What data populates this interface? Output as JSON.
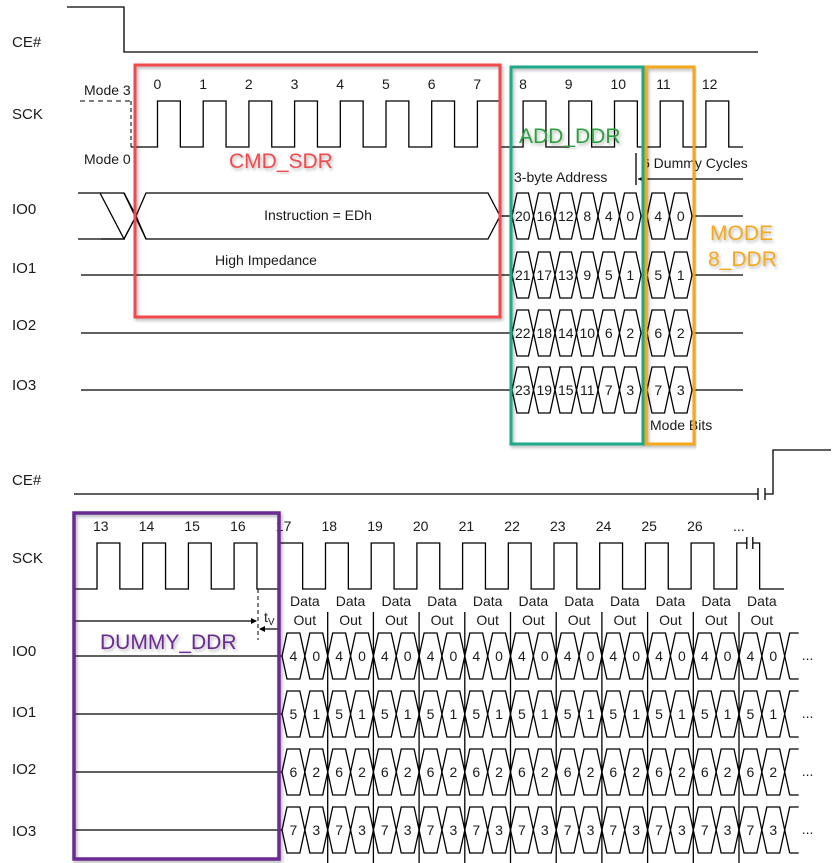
{
  "diagram_title": "Quad I/O DTR Read (EDh) timing",
  "colors": {
    "cmd": "#f2484d",
    "addr": "#1aaa8a",
    "addr_text": "#2ea043",
    "mode": "#f4a81d",
    "dummy": "#6a2c91"
  },
  "top": {
    "signals": [
      "CE#",
      "SCK",
      "IO0",
      "IO1",
      "IO2",
      "IO3"
    ],
    "mode3_label": "Mode 3",
    "mode0_label": "Mode 0",
    "clock_numbers": [
      "0",
      "1",
      "2",
      "3",
      "4",
      "5",
      "6",
      "7",
      "8",
      "9",
      "10",
      "11",
      "12"
    ],
    "instruction_label": "Instruction = EDh",
    "high_impedance_label": "High Impedance",
    "address_label": "3-byte Address",
    "dummy_cycles_label": "6 Dummy Cycles",
    "mode_bits_label": "Mode Bits",
    "address_bits": [
      [
        "20",
        "16",
        "12",
        "8",
        "4",
        "0"
      ],
      [
        "21",
        "17",
        "13",
        "9",
        "5",
        "1"
      ],
      [
        "22",
        "18",
        "14",
        "10",
        "6",
        "2"
      ],
      [
        "23",
        "19",
        "15",
        "11",
        "7",
        "3"
      ]
    ],
    "mode_bits": [
      [
        "4",
        "0"
      ],
      [
        "5",
        "1"
      ],
      [
        "6",
        "2"
      ],
      [
        "7",
        "3"
      ]
    ],
    "highlights": {
      "cmd": "CMD_SDR",
      "addr": "ADD_DDR",
      "mode_line1": "MODE",
      "mode_line2": "8_DDR"
    }
  },
  "bottom": {
    "signals": [
      "CE#",
      "SCK",
      "IO0",
      "IO1",
      "IO2",
      "IO3"
    ],
    "clock_numbers": [
      "13",
      "14",
      "15",
      "16",
      "17",
      "18",
      "19",
      "20",
      "21",
      "22",
      "23",
      "24",
      "25",
      "26",
      "..."
    ],
    "tv_label": "t",
    "tv_sub": "V",
    "data_out_line1": "Data",
    "data_out_line2": "Out",
    "data_out_count": 11,
    "data_bits": [
      [
        "4",
        "0"
      ],
      [
        "5",
        "1"
      ],
      [
        "6",
        "2"
      ],
      [
        "7",
        "3"
      ]
    ],
    "ellipsis": "...",
    "highlights": {
      "dummy": "DUMMY_DDR"
    }
  }
}
